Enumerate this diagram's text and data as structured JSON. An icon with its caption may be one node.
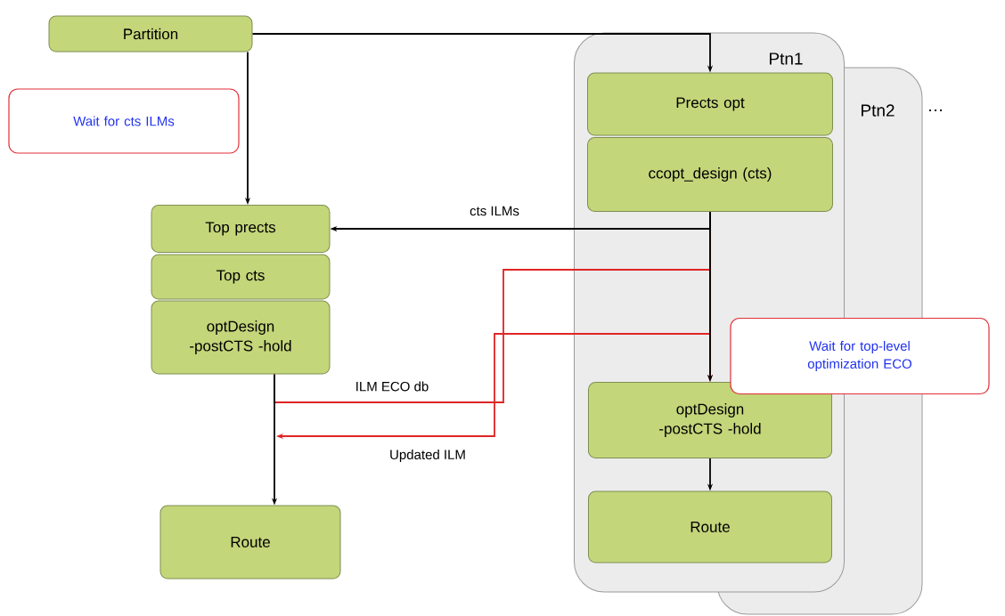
{
  "diagram": {
    "nodes": [
      {
        "text": [
          "Partition"
        ]
      },
      {
        "text": [
          "Wait for cts ILMs"
        ]
      },
      {
        "text": [
          "Ptn2"
        ],
        "beside": [
          "…"
        ]
      },
      {
        "text": [
          "Ptn1"
        ]
      },
      {
        "text": [
          "Prects opt"
        ],
        "in": 3
      },
      {
        "text": [
          "ccopt_design (cts)"
        ],
        "in": 3
      },
      {
        "text": [
          "optDesign -postCTS -hold"
        ],
        "in": 3
      },
      {
        "text": [
          "Route"
        ],
        "in": 3
      },
      {
        "text": [
          "Top prects"
        ]
      },
      {
        "text": [
          "Top cts"
        ]
      },
      {
        "text": [
          "optDesign -postCTS -hold"
        ]
      },
      {
        "text": [
          "Wait for top-level optimization ECO"
        ]
      },
      {
        "text": [
          "Route"
        ]
      }
    ],
    "edges": [
      {
        "from": 0,
        "to": 8,
        "arrow": "to"
      },
      {
        "from": 0,
        "to": 4,
        "arrow": "to"
      },
      {
        "from": 5,
        "to": 8,
        "arrow": "to",
        "label": "cts ILMs"
      },
      {
        "from": 5,
        "to": 6,
        "arrow": "to"
      },
      {
        "from": 10,
        "to": 6,
        "arrow": "to",
        "label": "ILM ECO db",
        "color": "#e02424"
      },
      {
        "from": 5,
        "to": null,
        "arrow": "to",
        "label": "Updated ILM",
        "color": "#e02424"
      },
      {
        "from": 6,
        "to": 7,
        "arrow": "to"
      },
      {
        "from": 10,
        "to": 12,
        "arrow": "to"
      }
    ]
  }
}
